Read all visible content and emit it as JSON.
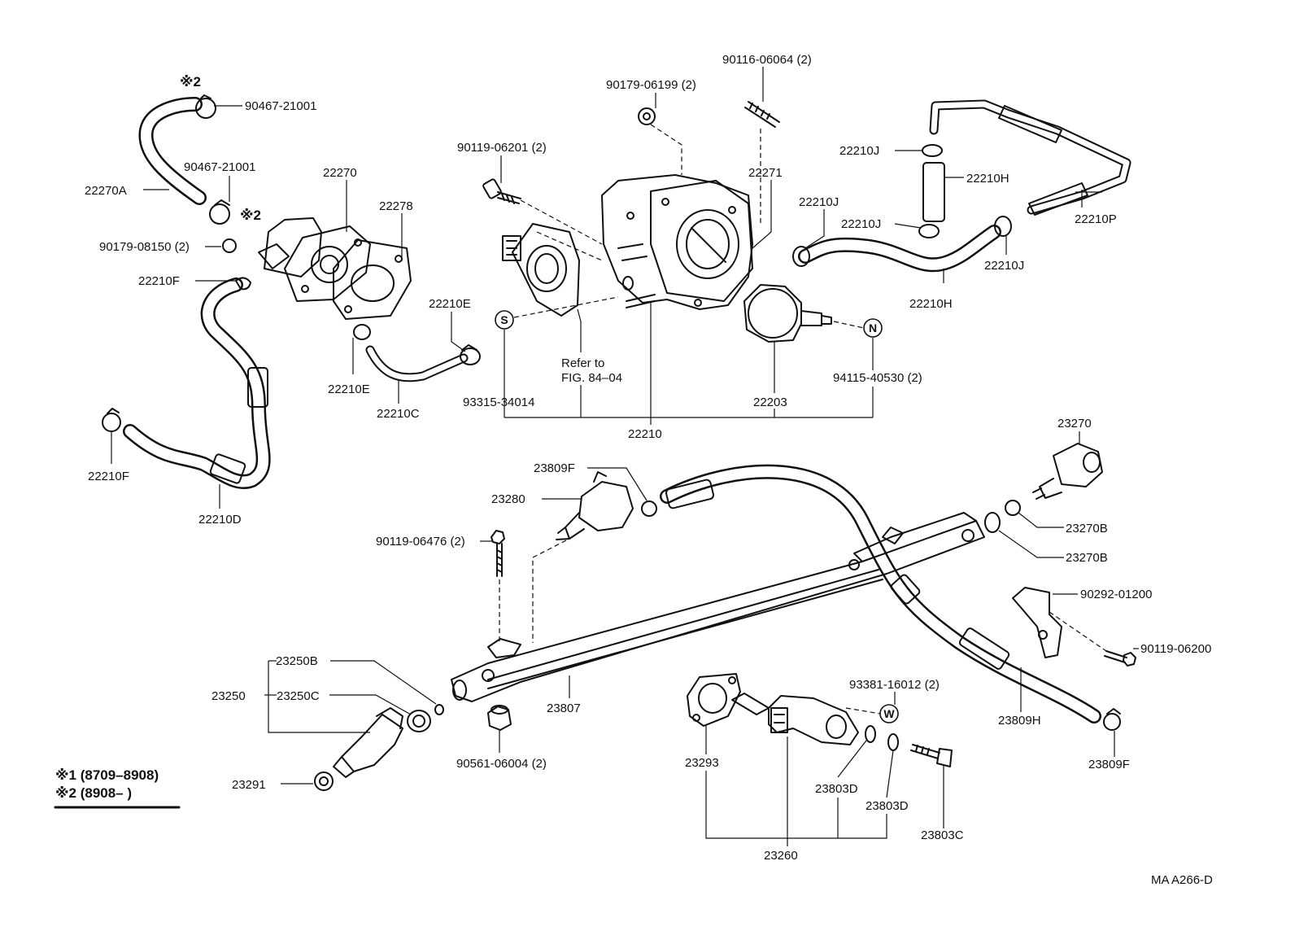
{
  "labels": {
    "p90467_top": "90467-21001",
    "p90467_mid": "90467-21001",
    "p22270A": "22270A",
    "p22270": "22270",
    "p22278": "22278",
    "p90179_08150": "90179-08150 (2)",
    "p22210F_top": "22210F",
    "p22210F_bot": "22210F",
    "p22210D": "22210D",
    "p22210E_right": "22210E",
    "p22210E_left": "22210E",
    "p22210C": "22210C",
    "p90119_06201": "90119-06201 (2)",
    "p90179_06199": "90179-06199 (2)",
    "p90116_06064": "90116-06064 (2)",
    "p22271": "22271",
    "p22210J_1": "22210J",
    "p22210J_2": "22210J",
    "p22210J_3": "22210J",
    "p22210J_4": "22210J",
    "p22210H_1": "22210H",
    "p22210H_2": "22210H",
    "p22210P": "22210P",
    "refer1": "Refer to",
    "refer2": "FIG. 84–04",
    "p93315": "93315-34014",
    "p22210": "22210",
    "p22203": "22203",
    "p94115": "94115-40530 (2)",
    "p23270": "23270",
    "p23270B_1": "23270B",
    "p23270B_2": "23270B",
    "p23809F_top": "23809F",
    "p23280": "23280",
    "p90119_06476": "90119-06476 (2)",
    "p90292": "90292-01200",
    "p90119_06200": "90119-06200",
    "p23250B": "23250B",
    "p23250": "23250",
    "p23250C": "23250C",
    "p23291": "23291",
    "p23807": "23807",
    "p90561": "90561-06004 (2)",
    "p93381": "93381-16012 (2)",
    "p23293": "23293",
    "p23803D_1": "23803D",
    "p23803D_2": "23803D",
    "p23803C": "23803C",
    "p23260": "23260",
    "p23809H": "23809H",
    "p23809F_bot": "23809F",
    "mark2_a": "※2",
    "mark2_b": "※2",
    "sym_S": "S",
    "sym_N": "N",
    "sym_W": "W",
    "legend1": "※1 (8709–8908)",
    "legend2": "※2 (8908–        )",
    "figcode": "MA  A266-D"
  }
}
